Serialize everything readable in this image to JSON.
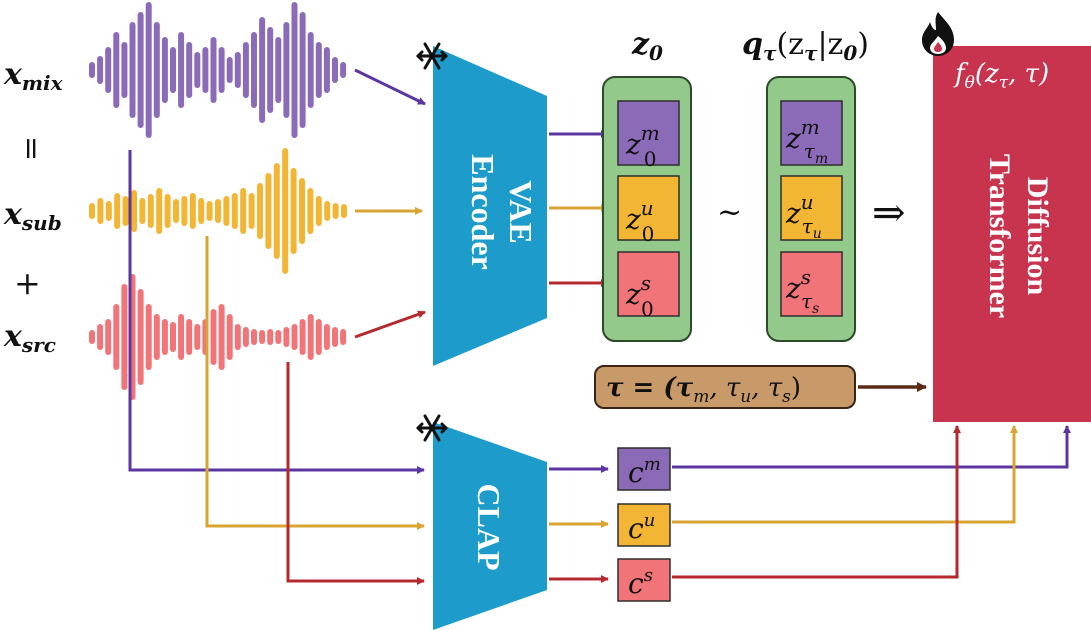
{
  "colors": {
    "mix": "#8b6bb8",
    "sub": "#f2b534",
    "src": "#f07478",
    "arrow_mix": "#5b36a0",
    "arrow_sub": "#d8a432",
    "arrow_src": "#b52a2e",
    "encoder": "#1d9ccb",
    "latent_panel": "#93c98b",
    "latent_mix": "#8b6bb8",
    "latent_sub": "#f2b534",
    "latent_src": "#f07478",
    "dit": "#c8334d",
    "tau_box": "#c89a6a",
    "tau_arrow": "#5a2c18"
  },
  "inputs": {
    "mix_label": "x",
    "mix_sub": "mix",
    "equals": "=",
    "sub_label": "x",
    "sub_sub": "sub",
    "plus": "+",
    "src_label": "x",
    "src_sub": "src"
  },
  "vae": {
    "line1": "VAE",
    "line2": "Encoder",
    "icon": "snowflake-icon"
  },
  "clap": {
    "label": "CLAP",
    "icon": "snowflake-icon"
  },
  "z0": {
    "title": "z",
    "title_sub": "0",
    "items": [
      {
        "base": "z",
        "sup": "m",
        "sub": "0"
      },
      {
        "base": "z",
        "sup": "u",
        "sub": "0"
      },
      {
        "base": "z",
        "sup": "s",
        "sub": "0"
      }
    ]
  },
  "q": {
    "title_prefix": "q",
    "title_prefix_sub": "τ",
    "title_rest": "(z",
    "title_rest_sub": "τ",
    "title_tail": "|z",
    "title_tail_sub": "0",
    "title_close": ")",
    "items": [
      {
        "base": "z",
        "sup": "m",
        "sub": "τ",
        "subsub": "m"
      },
      {
        "base": "z",
        "sup": "u",
        "sub": "τ",
        "subsub": "u"
      },
      {
        "base": "z",
        "sup": "s",
        "sub": "τ",
        "subsub": "s"
      }
    ]
  },
  "tilde": "~",
  "implies": "⇒",
  "tau_box": {
    "text": "τ = (τ",
    "m": "m",
    "c1": ", τ",
    "u": "u",
    "c2": ", τ",
    "s": "s",
    "close": ")"
  },
  "dit": {
    "func": "f",
    "func_sub": "θ",
    "func_args": "(z",
    "func_args_sub": "τ",
    "func_args_rest": ", τ)",
    "line1": "Diffusion",
    "line2": "Transformer",
    "icon": "fire-icon"
  },
  "conds": [
    {
      "base": "c",
      "sup": "m"
    },
    {
      "base": "c",
      "sup": "u"
    },
    {
      "base": "c",
      "sup": "s"
    }
  ]
}
